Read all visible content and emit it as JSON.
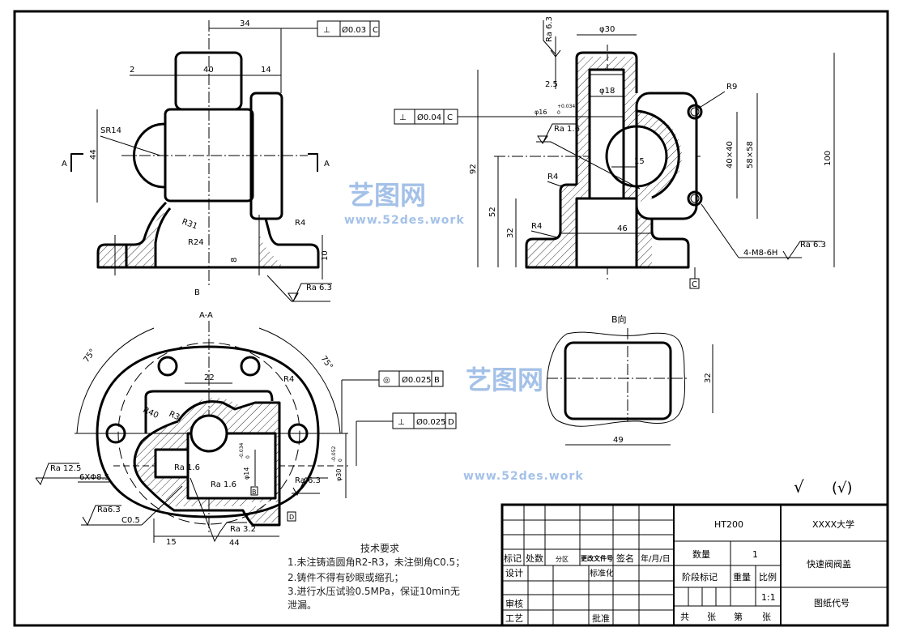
{
  "front_view": {
    "dims": [
      "34",
      "2",
      "40",
      "14",
      "44",
      "SR14",
      "R31",
      "R24",
      "R4",
      "8",
      "10"
    ],
    "section_marks": [
      "A",
      "A",
      "B"
    ],
    "roughness": "Ra 6.3",
    "tolerance": {
      "symbol": "⊥",
      "value": "Ø0.03",
      "datum": "C"
    }
  },
  "side_view": {
    "dims": [
      "φ30",
      "2.5",
      "φ18",
      "φ16",
      "+0.034",
      "0",
      "R9",
      "15",
      "40×40",
      "58×58",
      "92",
      "52",
      "32",
      "R4",
      "R4",
      "46",
      "100",
      "4-M8-6H"
    ],
    "roughness": [
      "Ra 6.3",
      "Ra 1.6",
      "Ra 6.3"
    ],
    "tolerance": {
      "symbol": "⊥",
      "value": "Ø0.04",
      "datum": "C"
    },
    "datum_label": "C"
  },
  "section_view": {
    "title": "A-A",
    "dims": [
      "75°",
      "75°",
      "22",
      "R4",
      "R40",
      "R3",
      "6XΦ8.5",
      "C0.5",
      "15",
      "44",
      "φ14",
      "-0.034",
      "0",
      "φ30",
      "-0.052",
      "0"
    ],
    "roughness": [
      "Ra 12.5",
      "Ra6.3",
      "Ra 1.6",
      "Ra 1.6",
      "Ra 3.2",
      "Ra 6.3"
    ],
    "tolerance_concentric": {
      "symbol": "◎",
      "value": "Ø0.025",
      "datum": "B"
    },
    "tolerance_perp": {
      "symbol": "⊥",
      "value": "Ø0.025",
      "datum": "D"
    },
    "datum_labels": [
      "B",
      "D"
    ]
  },
  "b_view": {
    "title": "B向",
    "dims": [
      "32",
      "49"
    ]
  },
  "surface_symbol": {
    "check": "√",
    "paren": "(√)"
  },
  "tech_requirements": {
    "title": "技术要求",
    "items": [
      "1.未注铸造圆角R2-R3，未注倒角C0.5；",
      "2.铸件不得有砂眼或缩孔；",
      "3.进行水压试验0.5MPa，保证10min无",
      "泄漏。"
    ]
  },
  "title_block": {
    "header_row": [
      "标记",
      "处数",
      "分区",
      "更改文件号",
      "签名",
      "年/月/日"
    ],
    "design": "设计",
    "standardize": "标准化",
    "review": "审核",
    "process": "工艺",
    "approve": "批准",
    "material": "HT200",
    "quantity_label": "数量",
    "quantity": "1",
    "stage_label": "阶段标记",
    "weight_label": "重量",
    "scale_label": "比例",
    "scale": "1:1",
    "sheets": [
      "共",
      "张",
      "第",
      "张"
    ],
    "school": "XXXX大学",
    "part_name": "快速阀阀盖",
    "drawing_no_label": "图纸代号"
  },
  "watermark": {
    "brand": "艺图网",
    "url": "www.52des.work"
  }
}
